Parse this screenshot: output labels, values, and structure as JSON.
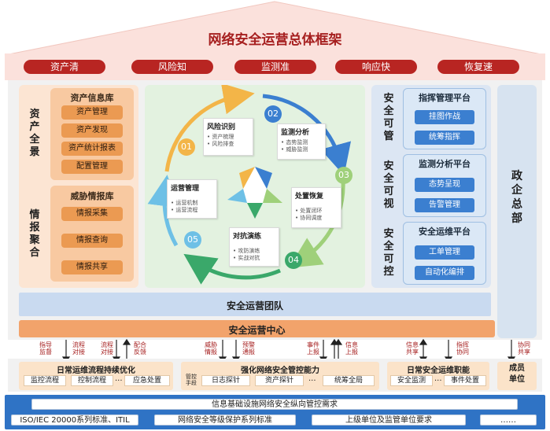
{
  "title": "网络安全运营总体框架",
  "pills": [
    "资产清",
    "风险知",
    "监测准",
    "响应快",
    "恢复速"
  ],
  "left": {
    "group1": {
      "vlabel": "资产全景",
      "head": "资产信息库",
      "items": [
        "资产管理",
        "资产发现",
        "资产统计报表",
        "配置管理"
      ]
    },
    "group2": {
      "vlabel": "情报聚合",
      "head": "威胁情报库",
      "items": [
        "情报采集",
        "情报查询",
        "情报共享"
      ]
    }
  },
  "cycle": {
    "cards": [
      {
        "num": "01",
        "title": "风险识别",
        "items": [
          "资产梳理",
          "风险排查"
        ]
      },
      {
        "num": "02",
        "title": "监测分析",
        "items": [
          "态势监测",
          "威胁监测"
        ]
      },
      {
        "num": "03",
        "title": "处置恢复",
        "items": [
          "处置闭环",
          "协同调度"
        ]
      },
      {
        "num": "04",
        "title": "对抗演练",
        "items": [
          "攻防演练",
          "实战对抗"
        ]
      },
      {
        "num": "05",
        "title": "运营管理",
        "items": [
          "运营机制",
          "运营流程"
        ]
      }
    ]
  },
  "right": {
    "vlabels": [
      "安全可管",
      "安全可视",
      "安全可控"
    ],
    "platforms": [
      {
        "head": "指挥管理平台",
        "items": [
          "挂图作战",
          "统筹指挥"
        ]
      },
      {
        "head": "监测分析平台",
        "items": [
          "态势呈现",
          "告警管理"
        ]
      },
      {
        "head": "安全运维平台",
        "items": [
          "工单管理",
          "自动化编排"
        ]
      }
    ],
    "side": "政企总部"
  },
  "team": "安全运营团队",
  "center": "安全运营中心",
  "arrows": [
    {
      "text": "指导监督"
    },
    {
      "text": "流程对接"
    },
    {
      "text": "流程对接"
    },
    {
      "text": "配合反馈"
    },
    {
      "text": "威胁情报"
    },
    {
      "text": "预警通报"
    },
    {
      "text": "事件上报"
    },
    {
      "text": "信息上报"
    },
    {
      "text": "信息共享"
    },
    {
      "text": "指挥协同"
    },
    {
      "text": "协同共享"
    }
  ],
  "bottom": {
    "g1": {
      "head": "日常运维流程持续优化",
      "items": [
        "监控流程",
        "控制流程",
        "...",
        "应急处置"
      ]
    },
    "g2": {
      "head": "强化网络安全管控能力",
      "side": "管控手段",
      "items": [
        "日志探针",
        "资产探针",
        "...",
        "统筹全局"
      ]
    },
    "g3": {
      "head": "日常安全运维职能",
      "items": [
        "安全监测",
        "...",
        "事件处置"
      ]
    },
    "g4": {
      "head": "成员单位"
    }
  },
  "base": {
    "top": "信息基础设施网络安全纵向管控需求",
    "items": [
      "ISO/IEC 20000系列标准、ITIL",
      "网络安全等级保护系列标准",
      "上级单位及监管单位要求",
      "……"
    ]
  }
}
